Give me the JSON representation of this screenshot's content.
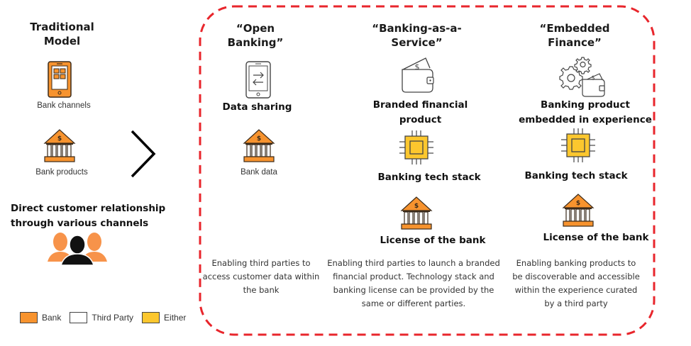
{
  "colors": {
    "bank": "#F7932E",
    "third_party": "#FFFFFF",
    "either": "#FCC72E",
    "border": "#E8262C",
    "text": "#1a1a1a"
  },
  "traditional": {
    "title": "Traditional\nModel",
    "channels_label": "Bank channels",
    "products_label": "Bank products",
    "relationship": "Direct customer relationship\nthrough various channels"
  },
  "open_banking": {
    "title": "“Open\nBanking”",
    "data_sharing": "Data sharing",
    "bank_data": "Bank data",
    "description": "Enabling third parties to access customer data within the bank"
  },
  "baas": {
    "title": "“Banking-as-a-\nService”",
    "branded_product": "Branded financial product",
    "tech_stack": "Banking tech stack",
    "license": "License of the bank",
    "description": "Enabling third parties to launch a branded financial product. Technology stack and banking license can be provided by the same or different parties."
  },
  "embedded": {
    "title": "“Embedded\nFinance”",
    "product": "Banking product embedded in experience",
    "tech_stack": "Banking tech stack",
    "license": "License of the bank",
    "description": "Enabling banking products to be discoverable and accessible within the experience curated by a third party"
  },
  "legend": [
    {
      "label": "Bank",
      "color": "#F7932E"
    },
    {
      "label": "Third Party",
      "color": "#FFFFFF"
    },
    {
      "label": "Either",
      "color": "#FCC72E"
    }
  ]
}
